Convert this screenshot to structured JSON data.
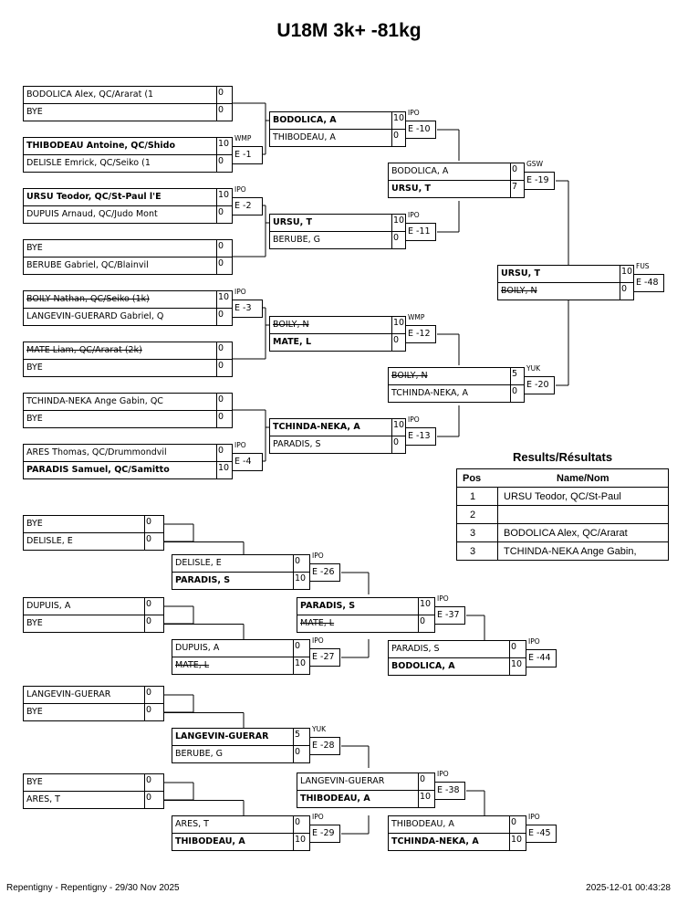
{
  "title": "U18M 3k+ -81kg",
  "main_bracket": {
    "r1": [
      {
        "a": "BODOLICA Alex, QC/Ararat (1",
        "as": "0",
        "b": "BYE",
        "bs": "0"
      },
      {
        "a": "THIBODEAU Antoine, QC/Shido",
        "as": "10",
        "b": "DELISLE Emrick, QC/Seiko (1",
        "bs": "0",
        "tag": "WMP",
        "e": "E -1"
      },
      {
        "a": "URSU Teodor, QC/St-Paul l'E",
        "as": "10",
        "b": "DUPUIS Arnaud, QC/Judo Mont",
        "bs": "0",
        "tag": "IPO",
        "e": "E -2"
      },
      {
        "a": "BYE",
        "as": "0",
        "b": "BERUBE Gabriel, QC/Blainvil",
        "bs": "0"
      },
      {
        "a": "BOILY Nathan, QC/Seiko (1k)",
        "as": "10",
        "b": "LANGEVIN-GUERARD Gabriel, Q",
        "bs": "0",
        "tag": "IPO",
        "e": "E -3"
      },
      {
        "a": "MATE Liam, QC/Ararat (2k)",
        "as": "0",
        "b": "BYE",
        "bs": "0"
      },
      {
        "a": "TCHINDA-NEKA Ange Gabin, QC",
        "as": "0",
        "b": "BYE",
        "bs": "0"
      },
      {
        "a": "ARES Thomas, QC/Drummondvil",
        "as": "0",
        "b": "PARADIS Samuel, QC/Samitto",
        "bs": "10",
        "tag": "IPO",
        "e": "E -4"
      }
    ],
    "r2": [
      {
        "a": "BODOLICA, A",
        "as": "10",
        "b": "THIBODEAU, A",
        "bs": "0",
        "tag": "IPO",
        "e": "E -10"
      },
      {
        "a": "URSU, T",
        "as": "10",
        "b": "BERUBE, G",
        "bs": "0",
        "tag": "IPO",
        "e": "E -11"
      },
      {
        "a": "BOILY, N",
        "as": "10",
        "b": "MATE, L",
        "bs": "0",
        "tag": "WMP",
        "e": "E -12"
      },
      {
        "a": "TCHINDA-NEKA, A",
        "as": "10",
        "b": "PARADIS, S",
        "bs": "0",
        "tag": "IPO",
        "e": "E -13"
      }
    ],
    "r3": [
      {
        "a": "BODOLICA, A",
        "as": "0",
        "b": "URSU, T",
        "bs": "7",
        "tag": "GSW",
        "e": "E -19"
      },
      {
        "a": "BOILY, N",
        "as": "5",
        "b": "TCHINDA-NEKA, A",
        "bs": "0",
        "tag": "YUK",
        "e": "E -20"
      }
    ],
    "final": {
      "a": "URSU, T",
      "as": "10",
      "b": "BOILY, N",
      "bs": "0",
      "tag": "FUS",
      "e": "E -48"
    }
  },
  "repechage": {
    "pools": [
      {
        "a": "BYE",
        "as": "0",
        "b": "DELISLE, E",
        "bs": "0"
      },
      {
        "a": "DUPUIS, A",
        "as": "0",
        "b": "BYE",
        "bs": "0"
      },
      {
        "a": "LANGEVIN-GUERAR",
        "as": "0",
        "b": "BYE",
        "bs": "0"
      },
      {
        "a": "BYE",
        "as": "0",
        "b": "ARES, T",
        "bs": "0"
      }
    ],
    "r2": [
      {
        "a": "DELISLE, E",
        "as": "0",
        "b": "PARADIS, S",
        "bs": "10",
        "tag": "IPO",
        "e": "E -26"
      },
      {
        "a": "DUPUIS, A",
        "as": "0",
        "b": "MATE, L",
        "bs": "10",
        "tag": "IPO",
        "e": "E -27"
      },
      {
        "a": "LANGEVIN-GUERAR",
        "as": "5",
        "b": "BERUBE, G",
        "bs": "0",
        "tag": "YUK",
        "e": "E -28"
      },
      {
        "a": "ARES, T",
        "as": "0",
        "b": "THIBODEAU, A",
        "bs": "10",
        "tag": "IPO",
        "e": "E -29"
      }
    ],
    "r3": [
      {
        "a": "PARADIS, S",
        "as": "10",
        "b": "MATE, L",
        "bs": "0",
        "tag": "IPO",
        "e": "E -37"
      },
      {
        "a": "LANGEVIN-GUERAR",
        "as": "0",
        "b": "THIBODEAU, A",
        "bs": "10",
        "tag": "IPO",
        "e": "E -38"
      }
    ],
    "bronze": [
      {
        "a": "PARADIS, S",
        "as": "0",
        "b": "BODOLICA, A",
        "bs": "10",
        "tag": "IPO",
        "e": "E -44"
      },
      {
        "a": "THIBODEAU, A",
        "as": "0",
        "b": "TCHINDA-NEKA, A",
        "bs": "10",
        "tag": "IPO",
        "e": "E -45"
      }
    ]
  },
  "results": {
    "title": "Results/Résultats",
    "col_pos": "Pos",
    "col_name": "Name/Nom",
    "rows": [
      {
        "pos": "1",
        "name": "URSU Teodor, QC/St-Paul"
      },
      {
        "pos": "2",
        "name": ""
      },
      {
        "pos": "3",
        "name": "BODOLICA Alex, QC/Ararat"
      },
      {
        "pos": "3",
        "name": "TCHINDA-NEKA Ange Gabin,"
      }
    ]
  },
  "footer": {
    "left": "Repentigny - Repentigny - 29/30 Nov 2025",
    "right": "2025-12-01 00:43:28"
  }
}
